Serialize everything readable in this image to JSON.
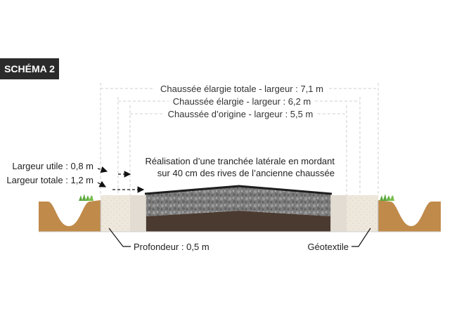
{
  "badge": "SCHÉMA 2",
  "dimensions": {
    "total_widened": "Chaussée élargie totale - largeur : 7,1 m",
    "widened": "Chaussée élargie - largeur : 6,2 m",
    "original": "Chaussée d’origine - largeur : 5,5 m"
  },
  "side_labels": {
    "useful_width": "Largeur utile : 0,8 m",
    "total_width": "Largeur totale : 1,2 m"
  },
  "annotation": {
    "line1": "Réalisation d’une tranchée latérale en mordant",
    "line2": "sur 40 cm des rives de l’ancienne chaussée"
  },
  "callouts": {
    "depth": "Profondeur : 0,5 m",
    "geotextile": "Géotextile"
  },
  "colors": {
    "soil": "#c08a4a",
    "gravel": "#7d7d7d",
    "subgrade": "#4a3a30",
    "trench_fill": "#ede7dc",
    "asphalt": "#1e1e1e",
    "grass": "#5aa83c"
  }
}
